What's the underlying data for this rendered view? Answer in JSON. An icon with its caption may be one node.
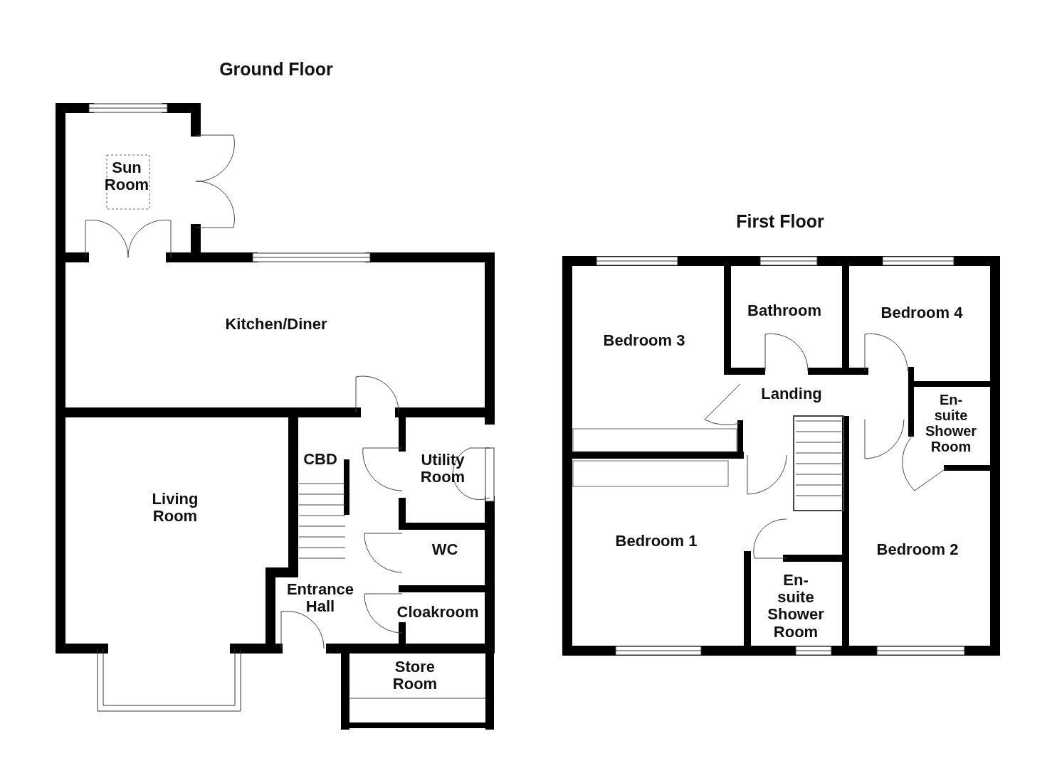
{
  "diagram": {
    "title": "Ground Floor",
    "labels": [
      "Sun Room",
      "Kitchen/Diner",
      "CBD",
      "Utility Room",
      "Living Room",
      "WC",
      "Entrance Hall",
      "Cloakroom",
      "Store Room",
      "First Floor",
      "Bathroom",
      "Bedroom 4",
      "Bedroom 3",
      "Landing",
      "En-suite Shower Room",
      "Bedroom 1",
      "Bedroom 2",
      "En-suite Shower Room"
    ]
  }
}
